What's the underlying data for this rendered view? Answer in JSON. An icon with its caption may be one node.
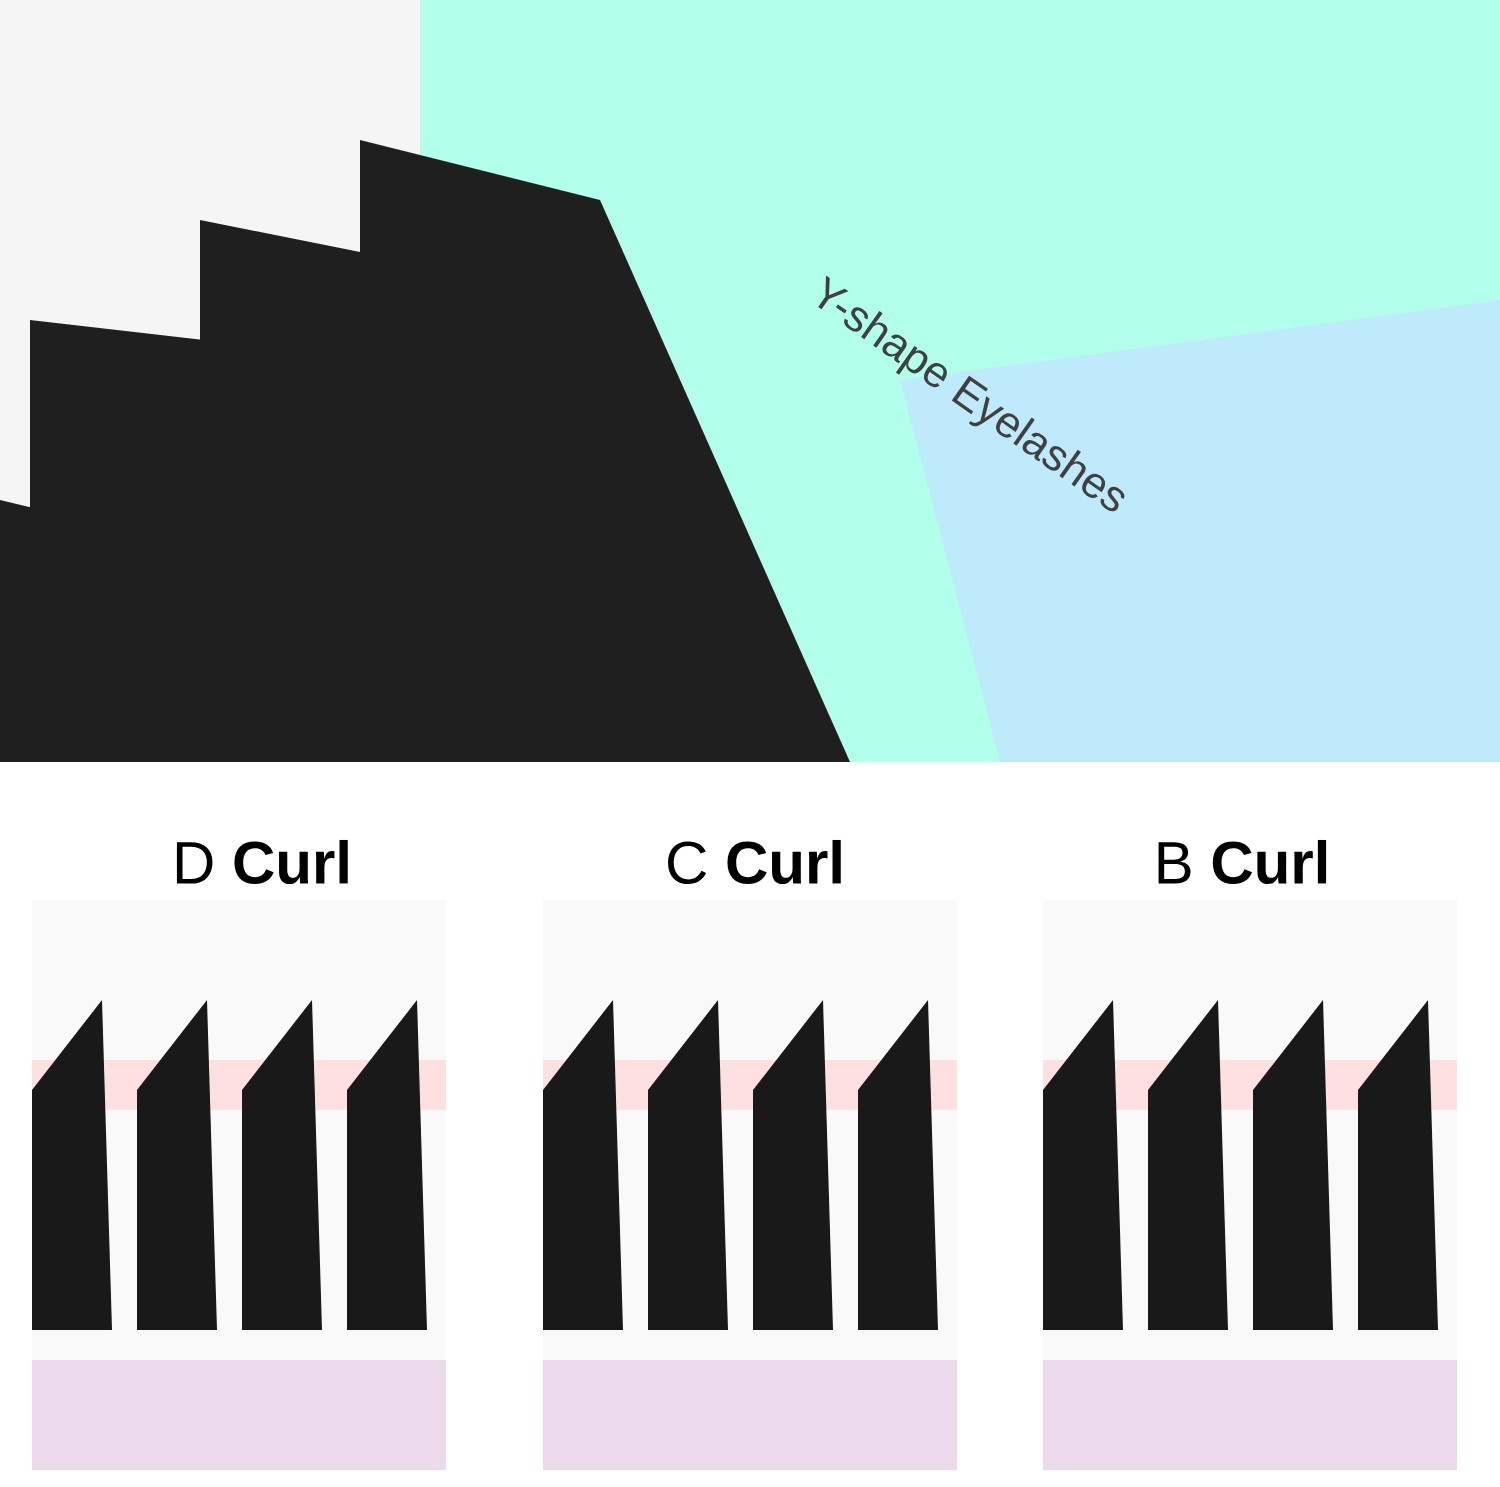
{
  "diagram": {
    "labels": [
      "Y-shape Eyelashes",
      "D **Curl**",
      "C **Curl**",
      "B **Curl**"
    ]
  }
}
